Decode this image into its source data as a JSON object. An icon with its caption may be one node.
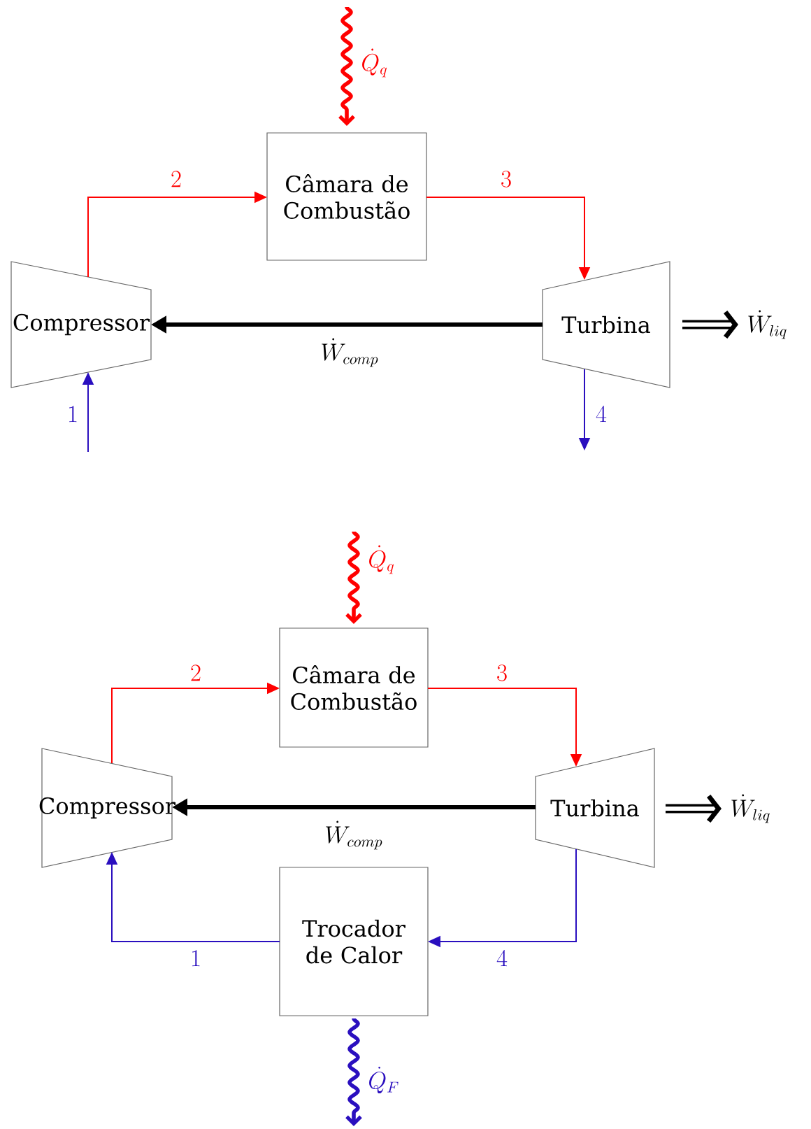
{
  "diagram": {
    "nodes": [
      {
        "text": [
          "Câmara de Combustão"
        ]
      },
      {
        "text": [
          "Compressor"
        ]
      },
      {
        "text": [
          "Turbina"
        ]
      },
      {
        "text": [
          "Câmara de Combustão"
        ]
      },
      {
        "text": [
          "Compressor"
        ]
      },
      {
        "text": [
          "Turbina"
        ]
      },
      {
        "text": [
          "Trocador de Calor"
        ]
      }
    ],
    "edges": [
      {
        "from": null,
        "to": 0,
        "arrow": "to",
        "label": "\\dot{Q}_q",
        "style": "thick",
        "color": "#ff0000"
      },
      {
        "from": 1,
        "to": 0,
        "arrow": "to",
        "label": "2",
        "color": "#ff0000"
      },
      {
        "from": 0,
        "to": 2,
        "arrow": "to",
        "label": "3",
        "color": "#ff0000"
      },
      {
        "from": 2,
        "to": 1,
        "arrow": "to",
        "label": "\\dot{W}_{comp}",
        "style": "thick",
        "color": "#000000"
      },
      {
        "from": 2,
        "to": null,
        "arrow": "to",
        "label": "\\dot{W}_{liq}",
        "style": "thick",
        "color": "#000000"
      },
      {
        "from": null,
        "to": 1,
        "arrow": "to",
        "label": "1",
        "color": "#2a0fbf"
      },
      {
        "from": 2,
        "to": null,
        "arrow": "to",
        "label": "4",
        "color": "#2a0fbf"
      },
      {
        "from": null,
        "to": 3,
        "arrow": "to",
        "label": "\\dot{Q}_q",
        "style": "thick",
        "color": "#ff0000"
      },
      {
        "from": 4,
        "to": 3,
        "arrow": "to",
        "label": "2",
        "color": "#ff0000"
      },
      {
        "from": 3,
        "to": 5,
        "arrow": "to",
        "label": "3",
        "color": "#ff0000"
      },
      {
        "from": 5,
        "to": 4,
        "arrow": "to",
        "label": "\\dot{W}_{comp}",
        "style": "thick",
        "color": "#000000"
      },
      {
        "from": 5,
        "to": null,
        "arrow": "to",
        "label": "\\dot{W}_{liq}",
        "style": "thick",
        "color": "#000000"
      },
      {
        "from": 5,
        "to": 6,
        "arrow": "to",
        "label": "4",
        "color": "#2a0fbf"
      },
      {
        "from": 6,
        "to": 4,
        "arrow": "to",
        "label": "1",
        "color": "#2a0fbf"
      },
      {
        "from": 6,
        "to": null,
        "arrow": "to",
        "label": "\\dot{Q}_F",
        "style": "thick",
        "color": "#2a0fbf"
      }
    ]
  }
}
